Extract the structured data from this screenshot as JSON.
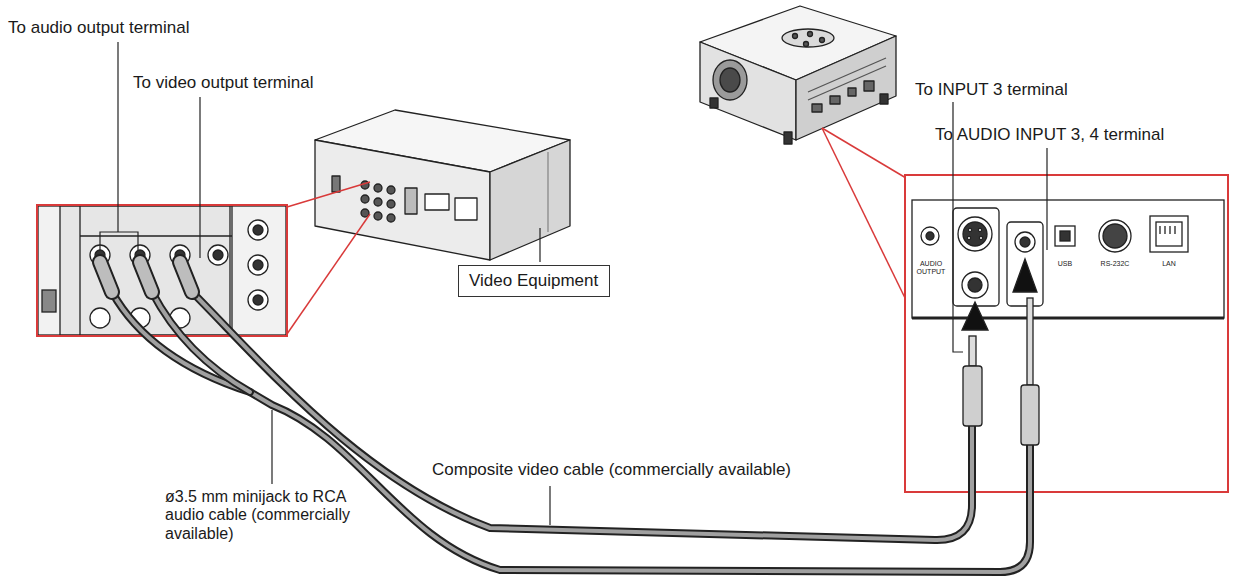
{
  "diagram": {
    "nodes": [
      {
        "text": [
          "Video Equipment"
        ]
      }
    ],
    "labels": [
      "To audio output terminal",
      "To video output terminal",
      "ø3.5 mm minijack to RCA audio cable (commercially available)",
      "Composite video cable (commercially available)",
      "To INPUT 3 terminal",
      "To AUDIO INPUT 3, 4 terminal",
      "AUDIO OUTPUT",
      "USB",
      "RS-232C",
      "LAN"
    ]
  }
}
